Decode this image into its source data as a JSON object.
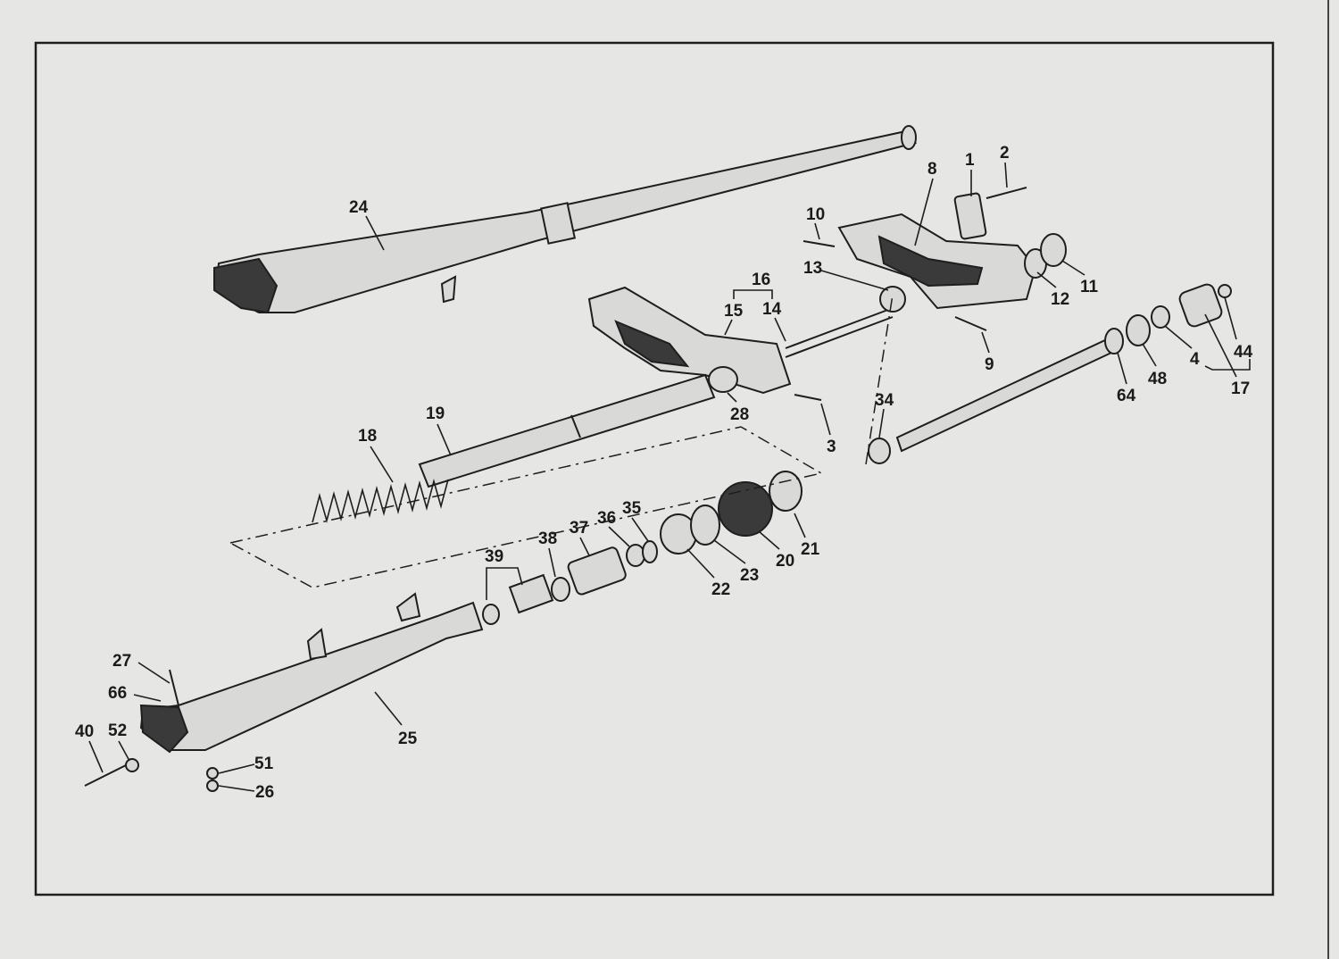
{
  "diagram": {
    "title": "Front fork exploded view",
    "callouts": [
      {
        "id": "24",
        "label": "24"
      },
      {
        "id": "10",
        "label": "10"
      },
      {
        "id": "8",
        "label": "8"
      },
      {
        "id": "1",
        "label": "1"
      },
      {
        "id": "2",
        "label": "2"
      },
      {
        "id": "16",
        "label": "16"
      },
      {
        "id": "13",
        "label": "13"
      },
      {
        "id": "15",
        "label": "15"
      },
      {
        "id": "14",
        "label": "14"
      },
      {
        "id": "12",
        "label": "12"
      },
      {
        "id": "11",
        "label": "11"
      },
      {
        "id": "9",
        "label": "9"
      },
      {
        "id": "44",
        "label": "44"
      },
      {
        "id": "4",
        "label": "4"
      },
      {
        "id": "17",
        "label": "17"
      },
      {
        "id": "48",
        "label": "48"
      },
      {
        "id": "64",
        "label": "64"
      },
      {
        "id": "19",
        "label": "19"
      },
      {
        "id": "18",
        "label": "18"
      },
      {
        "id": "28",
        "label": "28"
      },
      {
        "id": "34",
        "label": "34"
      },
      {
        "id": "3",
        "label": "3"
      },
      {
        "id": "35",
        "label": "35"
      },
      {
        "id": "36",
        "label": "36"
      },
      {
        "id": "37",
        "label": "37"
      },
      {
        "id": "38",
        "label": "38"
      },
      {
        "id": "39",
        "label": "39"
      },
      {
        "id": "21",
        "label": "21"
      },
      {
        "id": "20",
        "label": "20"
      },
      {
        "id": "23",
        "label": "23"
      },
      {
        "id": "22",
        "label": "22"
      },
      {
        "id": "27",
        "label": "27"
      },
      {
        "id": "66",
        "label": "66"
      },
      {
        "id": "40",
        "label": "40"
      },
      {
        "id": "52",
        "label": "52"
      },
      {
        "id": "25",
        "label": "25"
      },
      {
        "id": "51",
        "label": "51"
      },
      {
        "id": "26",
        "label": "26"
      }
    ]
  }
}
